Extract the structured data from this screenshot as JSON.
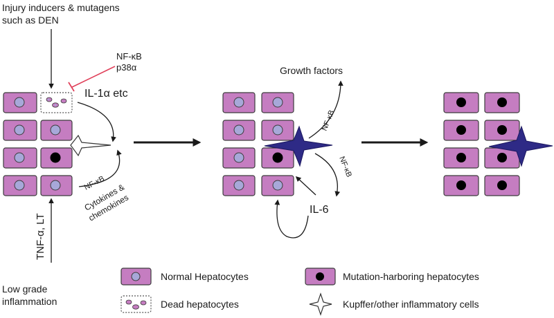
{
  "colors": {
    "cell_fill": "#c57dc1",
    "cell_stroke": "#3c3c3c",
    "nucleus_normal": "#a7a8d9",
    "nucleus_mutant": "#000000",
    "kupffer_active": "#2e2a86",
    "inhibit_line": "#e0405a",
    "text": "#1a1a1a"
  },
  "texts": {
    "inducers_line1": "Injury inducers & mutagens",
    "inducers_line2": "such as DEN",
    "nfkb_top": "NF-κB",
    "p38a": "p38α",
    "il1a": "IL-1α etc",
    "nfkb_left": "NF-κB",
    "cytokines_line1": "Cytokines &",
    "cytokines_line2": "chemokines",
    "tnf": "TNF-α, LT",
    "low_grade_line1": "Low grade",
    "low_grade_line2": "inflammation",
    "growth_factors": "Growth factors",
    "nfkb_growth": "NF-κB",
    "nfkb_il6": "NF-κB",
    "il6": "IL-6"
  },
  "legend": {
    "normal": "Normal Hepatocytes",
    "mutant": "Mutation-harboring hepatocytes",
    "dead": "Dead hepatocytes",
    "kupffer": "Kupffer/other inflammatory cells"
  }
}
